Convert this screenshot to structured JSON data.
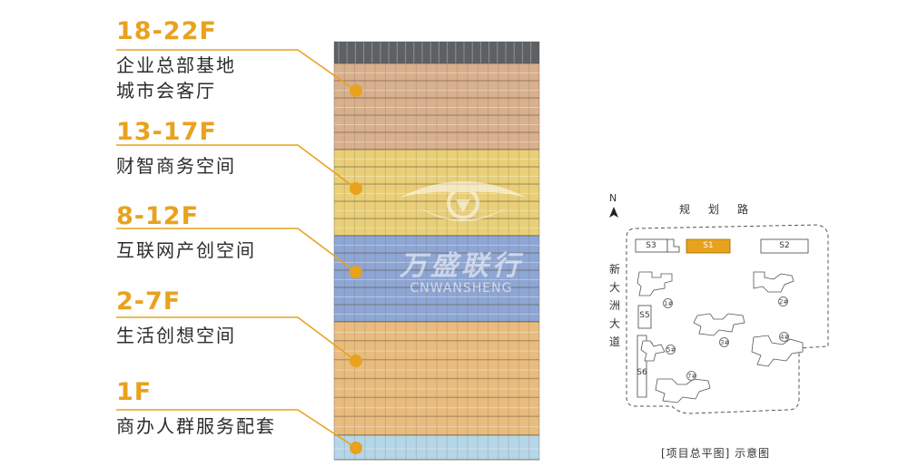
{
  "accent_color": "#e8a21e",
  "floors": [
    {
      "range": "18-22F",
      "lines": [
        "企业总部基地",
        "城市会客厅"
      ]
    },
    {
      "range": "13-17F",
      "lines": [
        "财智商务空间"
      ]
    },
    {
      "range": "8-12F",
      "lines": [
        "互联网产创空间"
      ]
    },
    {
      "range": "2-7F",
      "lines": [
        "生活创想空间"
      ]
    },
    {
      "range": "1F",
      "lines": [
        "商办人群服务配套"
      ]
    }
  ],
  "building_zone_colors": {
    "roof": "#5d6163",
    "top": "#d8b08e",
    "upper": "#e9cf78",
    "middle": "#8ea6d4",
    "lower": "#e8bc7e",
    "ground": "#b5d6e6"
  },
  "watermark": {
    "text": "万盛联行",
    "sub": "CNWANSHENG"
  },
  "site_plan": {
    "north": "N",
    "road_top": "规划路",
    "road_left": [
      "新",
      "大",
      "洲",
      "大",
      "道"
    ],
    "lots": [
      "S3",
      "S1",
      "S2",
      "S5",
      "S6"
    ],
    "buildings": [
      "1#",
      "2#",
      "3#",
      "4#",
      "5#",
      "7#"
    ],
    "highlight_lot": "S1",
    "caption": "[项目总平图]  示意图"
  }
}
